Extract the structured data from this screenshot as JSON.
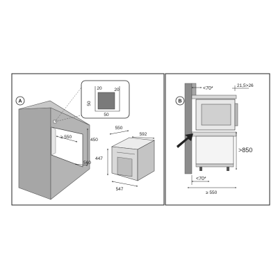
{
  "panel_a": {
    "badge": "A",
    "detail": {
      "height": "50",
      "width": "50",
      "top": "20",
      "right": "20"
    },
    "niche": {
      "width": "≥ 550",
      "height": "450",
      "depth": "560"
    },
    "oven": {
      "depth": "550",
      "width": "592",
      "height": "447",
      "front_width": "547"
    }
  },
  "panel_b": {
    "badge": "B",
    "vent_top": "<70*",
    "top_gap": "21,5>26",
    "cabinet_height": ">850",
    "vent_bottom": "<70*",
    "depth": "≥ 550"
  },
  "colors": {
    "cabinet": "#a6a6a6",
    "cabinet_dark": "#8c8c8c",
    "oven": "#d9d9d9",
    "line": "#222222",
    "detail": "#7a7a7a"
  }
}
